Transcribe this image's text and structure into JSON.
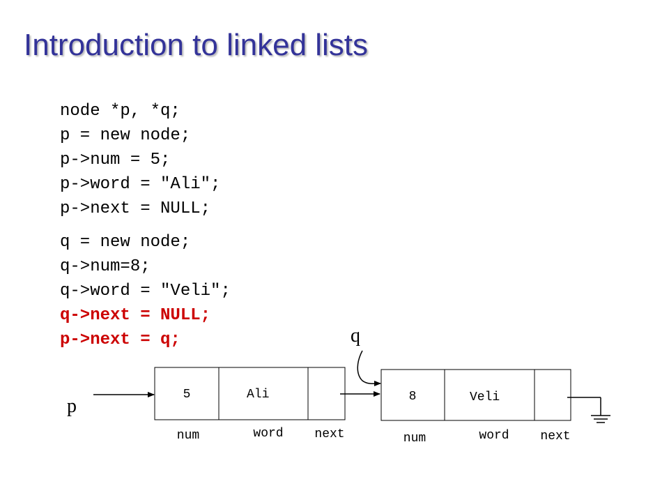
{
  "title": "Introduction to linked lists",
  "code": {
    "block1": [
      "node *p, *q;",
      "p = new node;",
      "p->num = 5;",
      "p->word = \"Ali\";",
      "p->next = NULL;"
    ],
    "block2": [
      "q = new node;",
      "q->num=8;",
      "q->word = \"Veli\";"
    ],
    "highlighted": [
      "q->next = NULL;",
      "p->next = q;"
    ]
  },
  "colors": {
    "title": "#333399",
    "highlight": "#cc0000"
  },
  "diagram": {
    "pointer_p": "p",
    "pointer_q": "q",
    "node1": {
      "num": "5",
      "word": "Ali",
      "labels": {
        "num": "num",
        "word": "word",
        "next": "next"
      }
    },
    "node2": {
      "num": "8",
      "word": "Veli",
      "labels": {
        "num": "num",
        "word": "word",
        "next": "next"
      }
    },
    "null_symbol": "ground-icon"
  }
}
